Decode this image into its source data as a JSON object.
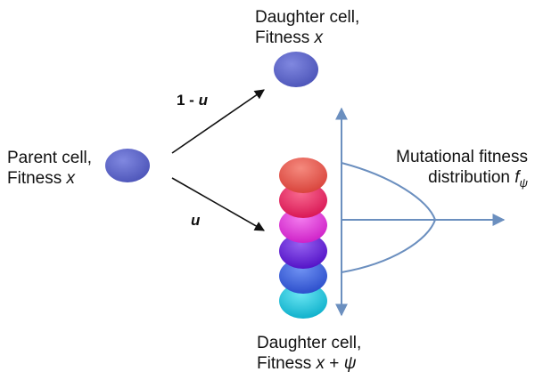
{
  "parent": {
    "line1": "Parent cell,",
    "fitness_prefix": "Fitness ",
    "fitness_var": "x"
  },
  "daughter_top": {
    "line1": "Daughter cell,",
    "fitness_prefix": "Fitness ",
    "fitness_var": "x"
  },
  "daughter_bottom": {
    "line1": "Daughter cell,",
    "fitness_prefix": "Fitness ",
    "fitness_var": "x",
    "plus": " + ",
    "psi": "ψ"
  },
  "branch_upper": {
    "number": "1 - ",
    "var": "u"
  },
  "branch_lower": {
    "var": "u"
  },
  "distribution": {
    "line1": "Mutational fitness",
    "line2": "distribution ",
    "symbol": "f",
    "subscript": "ψ"
  },
  "colors": {
    "parent_cell": "#5b63c9",
    "daughter_top": "#5b63c9",
    "axis": "#6b8fbf",
    "arrow": "#111111",
    "stack": [
      "#e8584f",
      "#ee2a6d",
      "#e93be0",
      "#6a24e0",
      "#3d63e6",
      "#1cc9e3"
    ]
  }
}
